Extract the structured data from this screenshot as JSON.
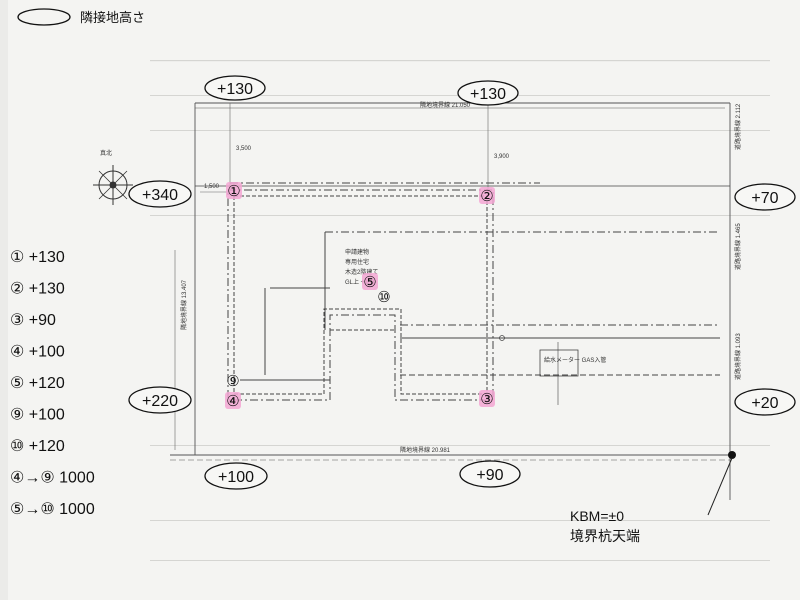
{
  "header": {
    "legend_label": "隣接地高さ"
  },
  "neighbor_heights": {
    "top_left": "+130",
    "top_right": "+130",
    "left_upper": "+340",
    "right_upper": "+70",
    "left_lower": "+220",
    "right_lower": "+20",
    "bottom_left": "+100",
    "bottom_right": "+90"
  },
  "points": {
    "p1": "①",
    "p2": "②",
    "p3": "③",
    "p4": "④",
    "p5": "⑤",
    "p9": "⑨",
    "p10": "⑩"
  },
  "legend_list": [
    {
      "label": "① +130"
    },
    {
      "label": "② +130"
    },
    {
      "label": "③ +90"
    },
    {
      "label": "④ +100"
    },
    {
      "label": "⑤ +120"
    },
    {
      "label": "⑨ +100"
    },
    {
      "label": "⑩ +120"
    },
    {
      "label": "④→⑨ 1000"
    },
    {
      "label": "⑤→⑩ 1000"
    }
  ],
  "kbm": {
    "line1": "KBM=±0",
    "line2": "境界杭天端"
  },
  "drawing_text": {
    "top_boundary": "隣地境界線 21.050",
    "bottom_boundary": "隣地境界線 20.981",
    "left_boundary": "隣地境界線 13.407",
    "right_boundary_upper": "道路境界線 2.112",
    "right_boundary_mid": "道路境界線 1.465",
    "right_boundary_lower": "道路境界線 1.093",
    "building_line1": "申請建物",
    "building_line2": "専用住宅",
    "building_line3": "木造2階建て",
    "building_line4": "GL上 +300",
    "dim_left": "1,500",
    "dim_top_left": "3,500",
    "dim_top_right": "3,900",
    "compass_label": "真北",
    "meter_box": "給水メーター GAS入管"
  },
  "colors": {
    "paper": "#f6f6f4",
    "ink": "#111111",
    "marker_pink": "#f3a6d3",
    "faint_text": "#c9c9c6",
    "line": "#444444"
  }
}
